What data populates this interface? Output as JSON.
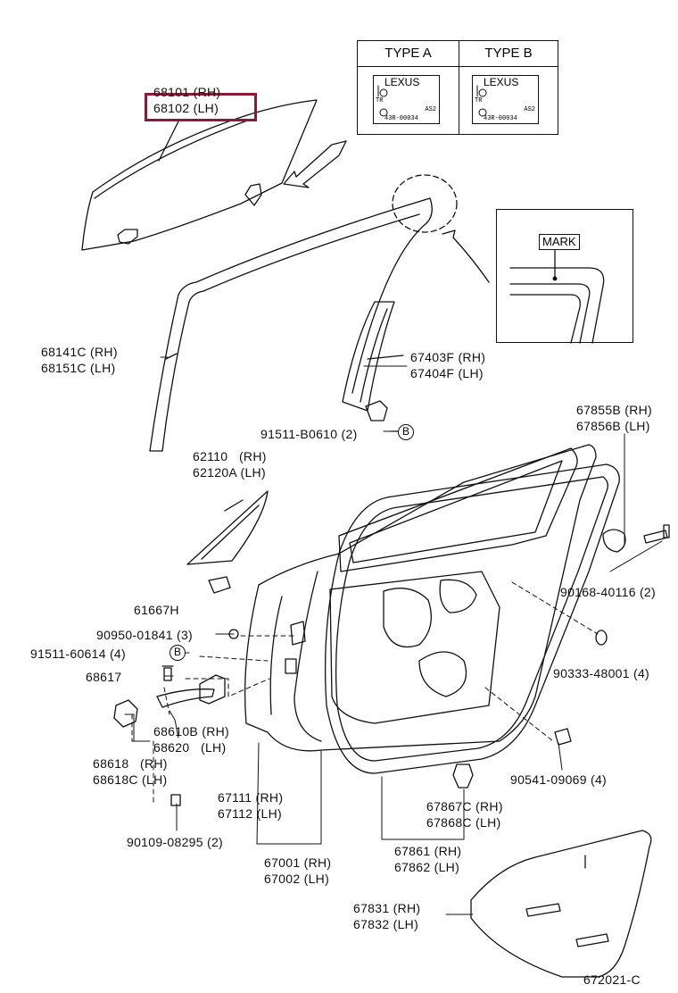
{
  "type_box": {
    "type_a": "TYPE A",
    "type_b": "TYPE B",
    "stamp_a": {
      "brand": "LEXUS",
      "code": "43R-00034",
      "mark": "AS2",
      "tr": "TR"
    },
    "stamp_b": {
      "brand": "LEXUS",
      "code": "43R-00034",
      "mark": "AS2",
      "tr": "TR"
    }
  },
  "detail": {
    "mark": "MARK"
  },
  "parts": {
    "glass_rh": "68101 (RH)",
    "glass_lh": "68102 (LH)",
    "run_rh": "68141C (RH)",
    "run_lh": "68151C (LH)",
    "frame_rh": "67403F (RH)",
    "frame_lh": "67404F (LH)",
    "bolt_b0610": "91511-B0610 (2)",
    "b_marker": "B",
    "weather_rh": "67855B (RH)",
    "weather_lh": "67856B (LH)",
    "cover_rh": "62110   (RH)",
    "cover_lh": "62120A (LH)",
    "clip_61667": "61667H",
    "bolt_40116": "90168-40116 (2)",
    "plug_01841": "90950-01841 (3)",
    "bolt_60614": "91511-60614 (4)",
    "pin_68617": "68617",
    "plug_48001": "90333-48001 (4)",
    "check_rh": "68610B (RH)",
    "check_lh": "68620   (LH)",
    "hinge_rh": "68618   (RH)",
    "hinge_lh": "68618C (LH)",
    "clip_09069": "90541-09069 (4)",
    "panel_rh": "67111 (RH)",
    "panel_lh": "67112 (LH)",
    "clip_c_rh": "67867C (RH)",
    "clip_c_lh": "67868C (LH)",
    "bolt_08295": "90109-08295 (2)",
    "door_rh": "67001 (RH)",
    "door_lh": "67002 (LH)",
    "ws_rh": "67861 (RH)",
    "ws_lh": "67862 (LH)",
    "sheet_rh": "67831 (RH)",
    "sheet_lh": "67832 (LH)",
    "diagram_id": "672021-C"
  },
  "colors": {
    "highlight": "#8b1a3a",
    "line": "#111111"
  }
}
